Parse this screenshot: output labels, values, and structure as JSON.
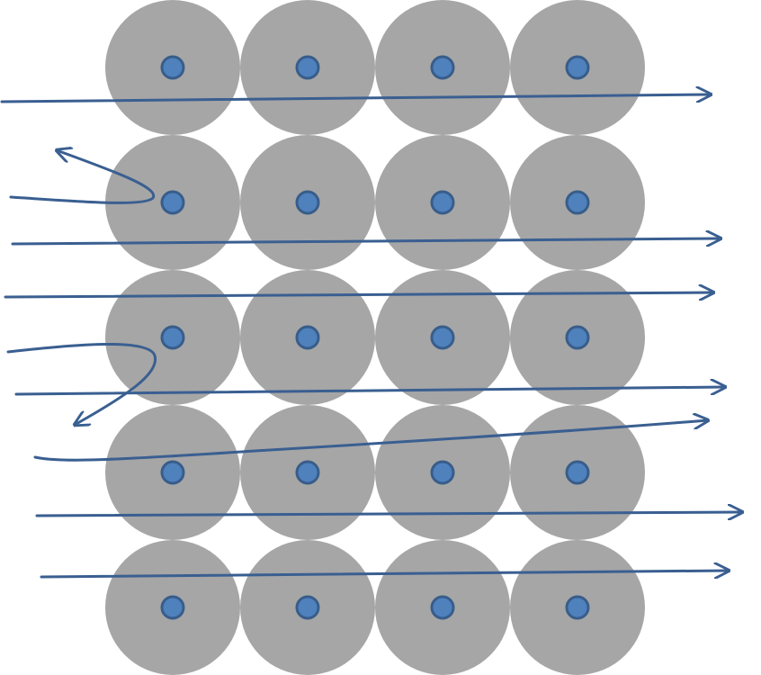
{
  "colors": {
    "background": "#ffffff",
    "grain": "#a6a6a6",
    "center_fill": "#4f81bd",
    "center_stroke": "#385d8a",
    "path": "#3a5f91"
  },
  "grid": {
    "rows": 5,
    "columns": 4
  },
  "paths": [
    {
      "id": "path-1",
      "kind": "straight",
      "direction": "right"
    },
    {
      "id": "path-2",
      "kind": "backscatter-upper",
      "direction": "left"
    },
    {
      "id": "path-3",
      "kind": "straight",
      "direction": "right"
    },
    {
      "id": "path-4",
      "kind": "straight",
      "direction": "right"
    },
    {
      "id": "path-5",
      "kind": "backscatter-lower",
      "direction": "left"
    },
    {
      "id": "path-6",
      "kind": "straight",
      "direction": "right"
    },
    {
      "id": "path-7",
      "kind": "deflected",
      "direction": "right"
    },
    {
      "id": "path-8",
      "kind": "straight",
      "direction": "right"
    },
    {
      "id": "path-9",
      "kind": "straight",
      "direction": "right"
    }
  ]
}
